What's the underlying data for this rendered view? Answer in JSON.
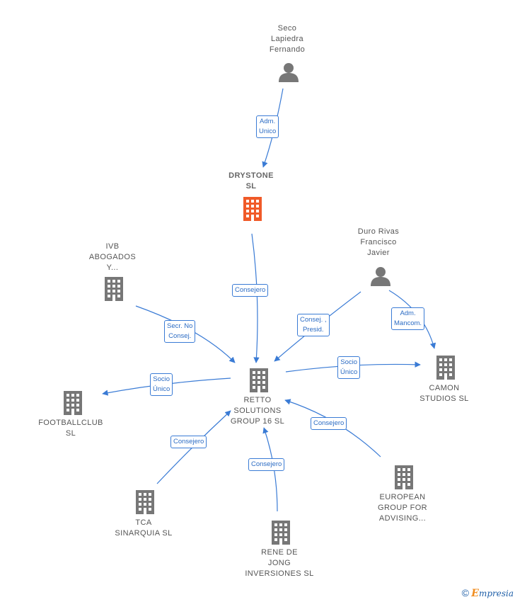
{
  "nodes": {
    "seco": {
      "label_lines": [
        "Seco",
        "Lapiedra",
        "Fernando"
      ],
      "type": "person",
      "icon": "person-icon"
    },
    "drystone": {
      "label_lines": [
        "DRYSTONE",
        "SL"
      ],
      "type": "company-highlight",
      "icon": "building-icon"
    },
    "ivb": {
      "label_lines": [
        "IVB",
        "ABOGADOS",
        "Y..."
      ],
      "type": "company",
      "icon": "building-icon"
    },
    "duro": {
      "label_lines": [
        "Duro Rivas",
        "Francisco",
        "Javier"
      ],
      "type": "person",
      "icon": "person-icon"
    },
    "retto": {
      "label_lines": [
        "RETTO",
        "SOLUTIONS",
        "GROUP 16  SL"
      ],
      "type": "company",
      "icon": "building-icon"
    },
    "camon": {
      "label_lines": [
        "CAMON",
        "STUDIOS  SL"
      ],
      "type": "company",
      "icon": "building-icon"
    },
    "football": {
      "label_lines": [
        "FOOTBALLCLUB",
        "SL"
      ],
      "type": "company",
      "icon": "building-icon"
    },
    "tca": {
      "label_lines": [
        "TCA",
        "SINARQUIA  SL"
      ],
      "type": "company",
      "icon": "building-icon"
    },
    "rene": {
      "label_lines": [
        "RENE DE",
        "JONG",
        "INVERSIONES SL"
      ],
      "type": "company",
      "icon": "building-icon"
    },
    "european": {
      "label_lines": [
        "EUROPEAN",
        "GROUP FOR",
        "ADVISING..."
      ],
      "type": "company",
      "icon": "building-icon"
    }
  },
  "edges": {
    "seco_drystone": {
      "label_lines": [
        "Adm.",
        "Unico"
      ]
    },
    "drystone_retto": {
      "label_lines": [
        "Consejero"
      ]
    },
    "ivb_retto": {
      "label_lines": [
        "Secr.  No",
        "Consej."
      ]
    },
    "duro_retto": {
      "label_lines": [
        "Consej. ,",
        "Presid."
      ]
    },
    "duro_camon": {
      "label_lines": [
        "Adm.",
        "Mancom."
      ]
    },
    "retto_camon": {
      "label_lines": [
        "Socio",
        "Único"
      ]
    },
    "retto_football": {
      "label_lines": [
        "Socio",
        "Único"
      ]
    },
    "tca_retto": {
      "label_lines": [
        "Consejero"
      ]
    },
    "rene_retto": {
      "label_lines": [
        "Consejero"
      ]
    },
    "european_retto": {
      "label_lines": [
        "Consejero"
      ]
    }
  },
  "colors": {
    "edge": "#3a7bd5",
    "icon_gray": "#777777",
    "icon_highlight": "#f05a28"
  },
  "footer": {
    "copyright": "©",
    "brand_initial": "E",
    "brand_rest": "mpresia"
  }
}
